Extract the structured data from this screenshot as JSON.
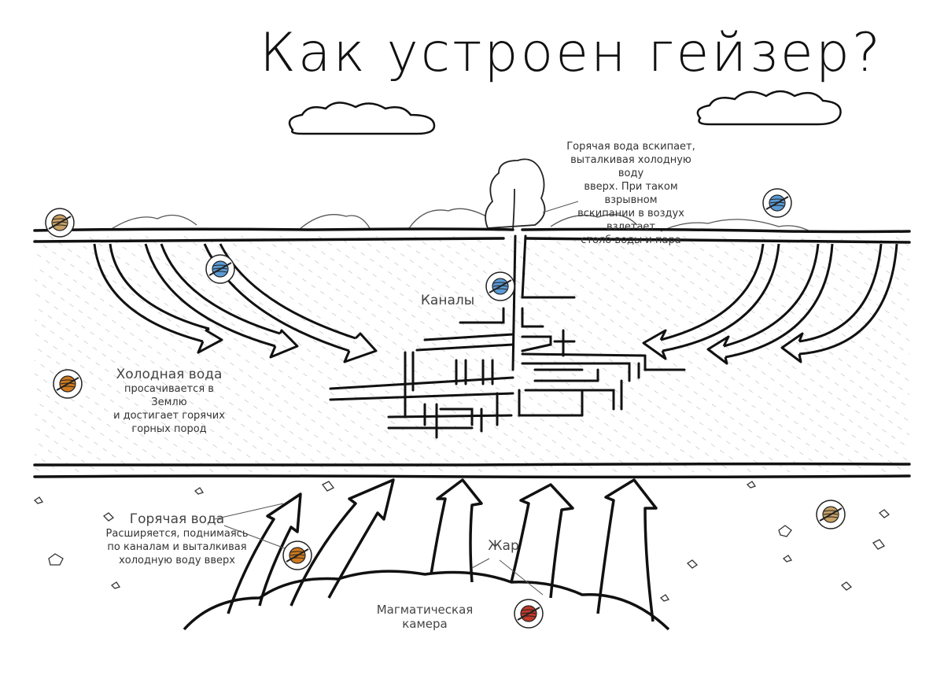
{
  "title": "Как устроен гейзер?",
  "eruption_note": [
    "Горячая вода вскипает,",
    "выталкивая холодную воду",
    "вверх. При таком взрывном",
    "вскипании в воздух взлетает",
    "столб воды и пара"
  ],
  "channels_label": "Каналы",
  "cold_water": {
    "heading": "Холодная вода",
    "lines": [
      "просачивается в Землю",
      "и достигает горячих",
      "горных пород"
    ]
  },
  "hot_water": {
    "heading": "Горячая вода",
    "lines": [
      "Расширяется, поднимаясь",
      "по каналам и выталкивая",
      "холодную воду вверх"
    ]
  },
  "heat_label": "Жар",
  "magma_label": "Магматическая камера",
  "colors": {
    "ink": "#111111",
    "hatch": "#8a8a8a",
    "thermo_cold": "#5b9bd5",
    "thermo_warm": "#c8a164",
    "thermo_hot": "#d07a1e",
    "thermo_max": "#c0392b"
  },
  "thermometers": [
    {
      "name": "thermometer-surface-left",
      "level": "warm"
    },
    {
      "name": "thermometer-surface-right",
      "level": "cold"
    },
    {
      "name": "thermometer-seep",
      "level": "cold"
    },
    {
      "name": "thermometer-channel",
      "level": "cold"
    },
    {
      "name": "thermometer-cold-water",
      "level": "hot"
    },
    {
      "name": "thermometer-hot-water",
      "level": "hot"
    },
    {
      "name": "thermometer-right-deep",
      "level": "warm"
    },
    {
      "name": "thermometer-magma",
      "level": "max"
    }
  ]
}
